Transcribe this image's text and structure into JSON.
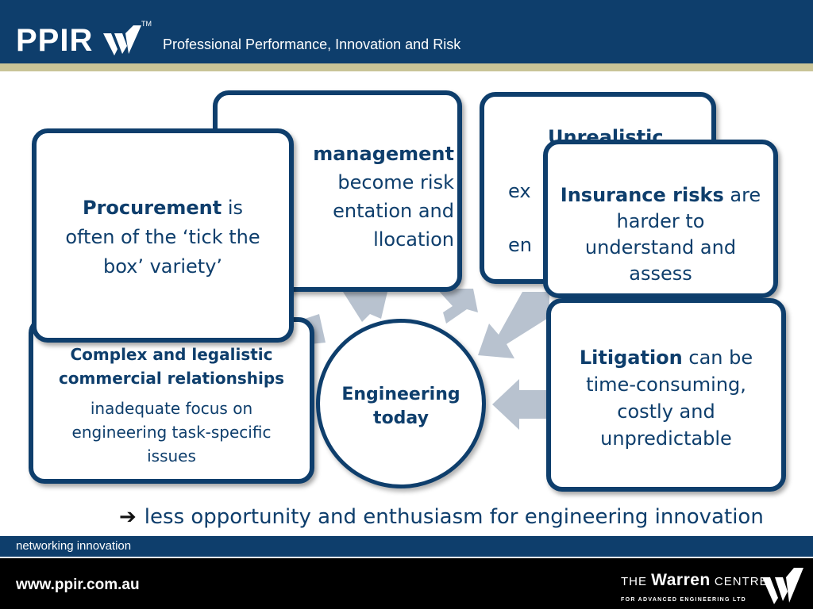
{
  "header": {
    "logo": "PPIR",
    "trademark": "TM",
    "tagline": "Professional Performance, Innovation and Risk"
  },
  "cards": {
    "risk": {
      "title": "management",
      "lines": [
        "become risk",
        "entation and",
        "llocation"
      ]
    },
    "unrealistic": {
      "title": "Unrealistic",
      "lines": [
        "ex",
        "en"
      ]
    },
    "insurance": {
      "bold": "Insurance risks",
      "rest": " are",
      "lines": [
        "harder to",
        "understand and",
        "assess"
      ]
    },
    "complex": {
      "title_lines": [
        "Complex and legalistic",
        "commercial relationships"
      ],
      "lines": [
        "inadequate focus on",
        "engineering task-specific",
        "issues"
      ]
    },
    "procurement": {
      "bold": "Procurement",
      "rest": " is",
      "lines": [
        "often of the ‘tick the",
        "box’ variety’"
      ]
    },
    "litigation": {
      "bold": "Litigation",
      "rest": " can be",
      "lines": [
        "time-consuming,",
        "costly and",
        "unpredictable"
      ]
    }
  },
  "center": {
    "lines": [
      "Engineering",
      "today"
    ]
  },
  "conclusion": {
    "arrow": "➔",
    "text": "less opportunity and enthusiasm for engineering innovation"
  },
  "footer": {
    "tagline": "networking innovation",
    "url": "www.ppir.com.au",
    "warren_the": "THE",
    "warren_name": "Warren",
    "warren_centre": "CENTRE",
    "warren_sub": "FOR ADVANCED ENGINEERING LTD"
  },
  "colors": {
    "navy": "#0e3e6c",
    "stripe": "#c9c497",
    "arrow_fill": "#b8c2cf"
  }
}
